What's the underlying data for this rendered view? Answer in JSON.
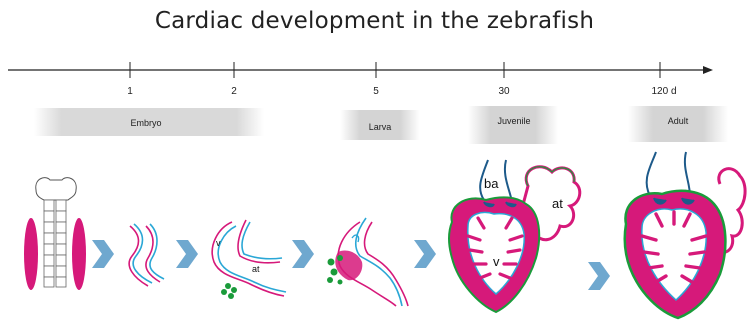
{
  "title": "Cardiac development in the zebrafish",
  "timeline": {
    "ticks": [
      {
        "label": "1"
      },
      {
        "label": "2"
      },
      {
        "label": "5"
      },
      {
        "label": "30"
      },
      {
        "label": "120 d"
      }
    ]
  },
  "stages": [
    {
      "label": "Embryo"
    },
    {
      "label": "Larva"
    },
    {
      "label": "Juvenile"
    },
    {
      "label": "Adult"
    }
  ],
  "heart_labels": {
    "v_small": "v",
    "at_small": "at",
    "ba": "ba",
    "at": "at",
    "v": "v"
  },
  "colors": {
    "myocardium": "#d6197a",
    "endocardium": "#2aa7d6",
    "epicardium": "#1a9b3a",
    "outflow": "#1d5a8a",
    "arrow": "#6fa8cf",
    "band": "#c9c9c9"
  }
}
